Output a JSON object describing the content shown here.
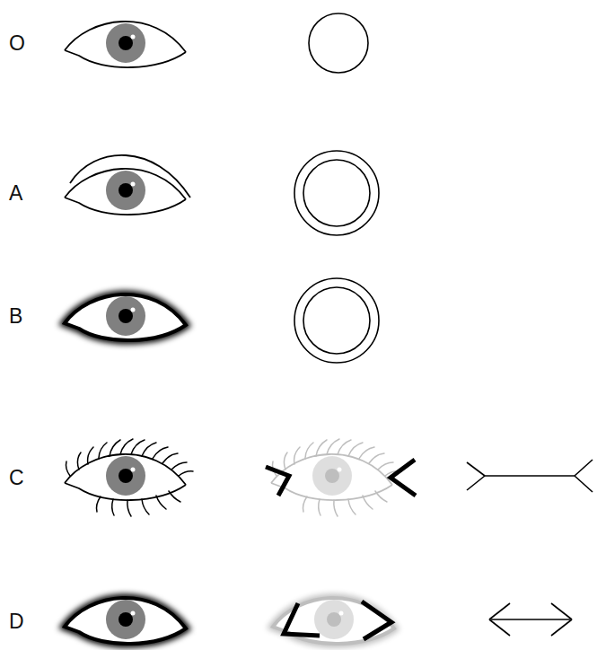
{
  "diagram": {
    "labels": [
      "O",
      "A",
      "B",
      "C",
      "D"
    ]
  }
}
